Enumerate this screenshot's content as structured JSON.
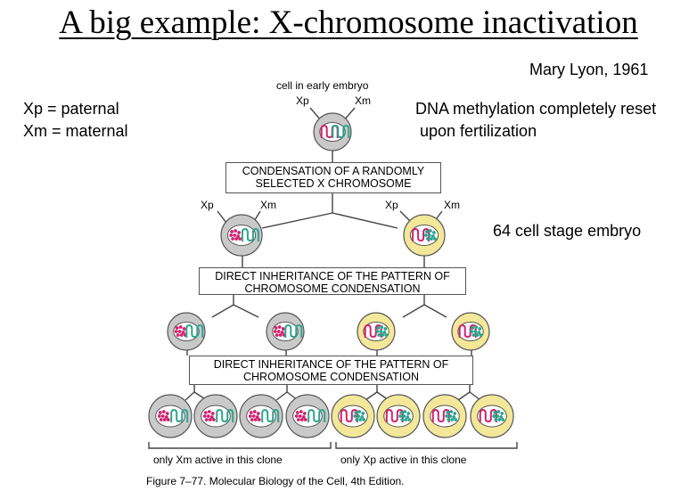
{
  "slide": {
    "title": "A big example:  X-chromosome inactivation",
    "citation": "Mary Lyon, 1961",
    "legend_xp": "Xp   = paternal",
    "legend_xm": "Xm  = maternal",
    "methylation_line1": "DNA methylation completely reset",
    "methylation_line2": "upon fertilization",
    "stage_note": "64 cell stage embryo"
  },
  "figure": {
    "top_label": "cell in early embryo",
    "x_paternal": "Xp",
    "x_maternal": "Xm",
    "box1_line1": "CONDENSATION OF A RANDOMLY",
    "box1_line2": "SELECTED X CHROMOSOME",
    "box2_line1": "DIRECT INHERITANCE OF THE PATTERN OF",
    "box2_line2": "CHROMOSOME CONDENSATION",
    "box3_line1": "DIRECT INHERITANCE OF THE PATTERN OF",
    "box3_line2": "CHROMOSOME CONDENSATION",
    "clone_left": "only Xm active in this clone",
    "clone_right": "only Xp active in this clone",
    "caption": "Figure 7–77. Molecular Biology of the Cell, 4th Edition.",
    "colors": {
      "gray_cell": "#c9c9c9",
      "yellow_cell": "#f3e79a",
      "magenta_chromosome": "#d2226f",
      "teal_chromosome": "#2aa68e",
      "outline": "#555555"
    }
  }
}
